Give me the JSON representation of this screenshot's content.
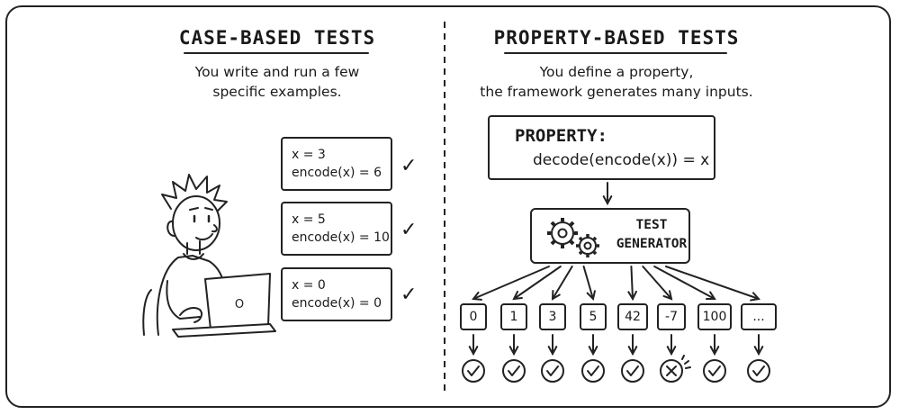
{
  "left": {
    "title": "CASE-BASED TESTS",
    "subtitle_line1": "You write and run a few",
    "subtitle_line2": "specific examples.",
    "cases": [
      {
        "line1": "x = 3",
        "line2": "encode(x) = 6",
        "result": "✓"
      },
      {
        "line1": "x = 5",
        "line2": "encode(x) = 10",
        "result": "✓"
      },
      {
        "line1": "x = 0",
        "line2": "encode(x) = 0",
        "result": "✓"
      }
    ],
    "laptop_logo": "O"
  },
  "right": {
    "title": "PROPERTY-BASED TESTS",
    "subtitle_line1": "You define a property,",
    "subtitle_line2": "the framework generates many inputs.",
    "property_label": "PROPERTY:",
    "property_expr": "decode(encode(x)) = x",
    "generator_line1": "TEST",
    "generator_line2": "GENERATOR",
    "inputs": [
      "0",
      "1",
      "3",
      "5",
      "42",
      "-7",
      "100",
      "..."
    ],
    "results": [
      "pass",
      "pass",
      "pass",
      "pass",
      "pass",
      "fail",
      "pass",
      "pass"
    ]
  },
  "icons": {
    "gear": "gear-icon",
    "pass": "check-circle-icon",
    "fail": "x-circle-icon"
  },
  "colors": {
    "ink": "#222222",
    "background": "#ffffff"
  }
}
